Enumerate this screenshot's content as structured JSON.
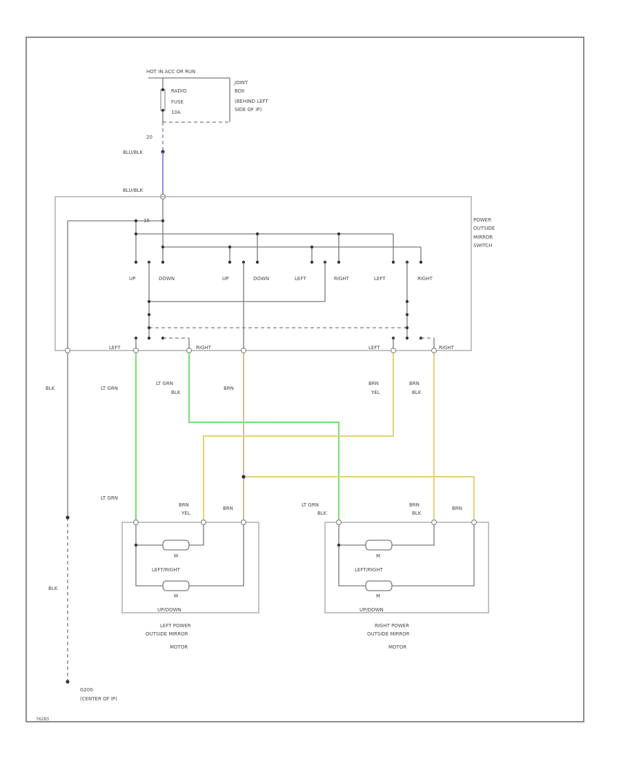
{
  "colors": {
    "frame": "#8a8a8a",
    "wire_gray": "#777777",
    "wire_blue": "#6f6fe8",
    "wire_green": "#6ee06e",
    "wire_yellow": "#e4d26e",
    "wire_tan": "#d9b98f"
  },
  "power": {
    "header": "HOT IN ACC OR RUN",
    "fuse": [
      "RADIO",
      "FUSE",
      "10A"
    ],
    "location": [
      "JOINT",
      "BOX",
      "(BEHIND LEFT",
      "SIDE OF IP)"
    ],
    "pin": "20",
    "wire_top": "BLU/BLK",
    "wire_switch": "BLU/BLK"
  },
  "switch": {
    "name": [
      "POWER",
      "OUTSIDE",
      "MIRROR",
      "SWITCH"
    ],
    "pin": "15",
    "positions": [
      "UP",
      "DOWN",
      "UP",
      "DOWN",
      "LEFT",
      "RIGHT",
      "LEFT",
      "RIGHT"
    ],
    "selector_left_1": "LEFT",
    "selector_right_1": "RIGHT",
    "selector_left_2": "LEFT",
    "selector_right_2": "RIGHT"
  },
  "wires": {
    "ground_upper": "BLK",
    "ground_lower": "BLK",
    "lt_grn_upper": "LT GRN",
    "lt_grn_blk_upper": [
      "LT GRN",
      "BLK"
    ],
    "brn_upper": "BRN",
    "brn_yel_upper": [
      "BRN",
      "YEL"
    ],
    "brn_blk_upper": [
      "BRN",
      "BLK"
    ],
    "lt_grn_lower": "LT GRN",
    "brn_yel_lower": [
      "BRN",
      "YEL"
    ],
    "brn_left_lower": "BRN",
    "lt_grn_blk_lower": [
      "LT GRN",
      "BLK"
    ],
    "brn_blk_lower": [
      "BRN",
      "BLK"
    ],
    "brn_right_lower": "BRN"
  },
  "motors": {
    "left": {
      "leftright": "LEFT/RIGHT",
      "updown": "UP/DOWN",
      "m1": "M",
      "m2": "M",
      "caption": [
        "LEFT POWER",
        "OUTSIDE MIRROR",
        "MOTOR"
      ]
    },
    "right": {
      "leftright": "LEFT/RIGHT",
      "updown": "UP/DOWN",
      "m1": "M",
      "m2": "M",
      "caption": [
        "RIGHT POWER",
        "OUTSIDE MIRROR",
        "MOTOR"
      ]
    }
  },
  "ground": {
    "name": "G200",
    "location": "(CENTER OF IP)"
  },
  "footer_code": "76283"
}
